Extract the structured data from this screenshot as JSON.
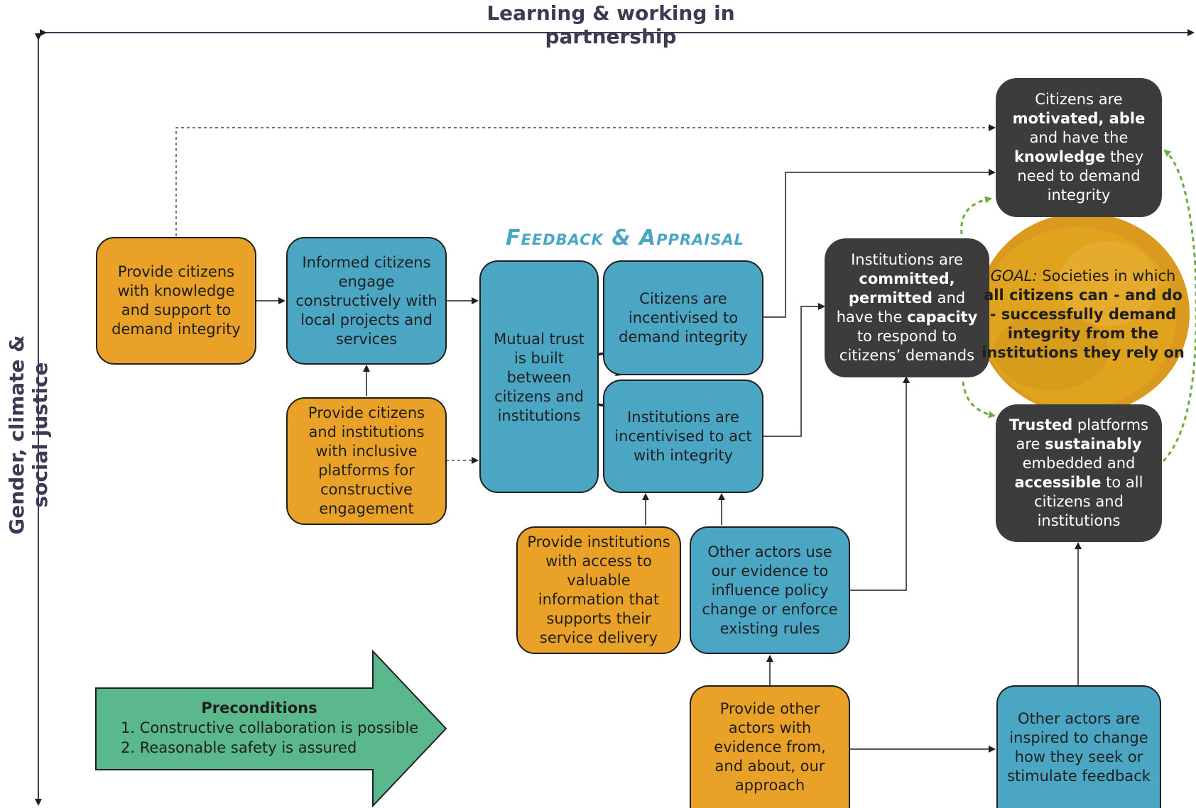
{
  "axes": {
    "top_label": "Learning & working in partnership",
    "left_label": "Gender, climate & social justice"
  },
  "colors": {
    "orange": "#E9A127",
    "blue": "#4BA6C4",
    "dark": "#3C3C3C",
    "green_arrow": "#5BB88C",
    "dashed_loop": "#6AAE3E"
  },
  "section_title": "Feedback & Appraisal",
  "boxes": {
    "provide_knowledge": "Provide citizens with knowledge and support to demand integrity",
    "informed_citizens": "Informed citizens engage constructively with local projects and services",
    "provide_platforms": "Provide citizens and institutions with inclusive platforms for constructive engagement",
    "mutual_trust": "Mutual trust is built between citizens and institutions",
    "citizens_incentivised": "Citizens are incentivised to demand integrity",
    "institutions_incentivised": "Institutions are incentivised to act with integrity",
    "provide_info": "Provide institutions with access to valuable information that supports their service delivery",
    "other_actors_evidence": "Other actors use our evidence to influence policy change or enforce existing rules",
    "provide_evidence": "Provide other actors with evidence from, and about, our approach",
    "other_actors_inspired": "Other actors are inspired to change how they seek or stimulate feedback"
  },
  "dark_boxes": {
    "citizens_motivated": {
      "p1": "Citizens are ",
      "b1": "motivated, able",
      "p2": " and have the ",
      "b2": "knowledge",
      "p3": " they need to demand integrity"
    },
    "institutions_committed": {
      "p1": "Institutions are ",
      "b1": "committed, permitted",
      "p2": " and have the ",
      "b2": "capacity",
      "p3": " to respond to citizens’ demands"
    },
    "trusted_platforms": {
      "b1": "Trusted",
      "p1": " platforms are ",
      "b2": "sustainably",
      "p2": " embedded and ",
      "b3": "accessible",
      "p3": " to all citizens and institutions"
    }
  },
  "goal": {
    "label": "GOAL:",
    "p1": " Societies in which ",
    "b1": "all citizens can - and do - successfully demand integrity from the institutions they rely on"
  },
  "preconditions": {
    "heading": "Preconditions",
    "items": [
      "1. Constructive collaboration is possible",
      "2. Reasonable safety is assured"
    ]
  }
}
